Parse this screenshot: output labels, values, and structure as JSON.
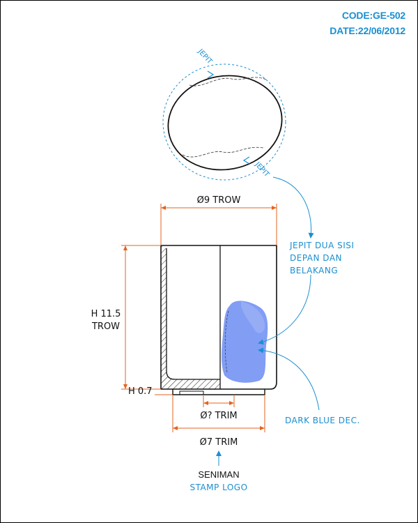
{
  "header": {
    "code": "CODE:GE-502",
    "date": "DATE:22/06/2012"
  },
  "colors": {
    "accent": "#1a8fd0",
    "dimension": "#e4631f",
    "decoration": "#5b7cf0"
  },
  "top_view": {
    "jepit_top": "JEPIT",
    "jepit_bottom": "JEPIT"
  },
  "dimensions": {
    "diameter_top": "Ø9 TROW",
    "height_line1": "H 11.5",
    "height_line2": "TROW",
    "base_height": "H 0.7",
    "diameter_inner": "Ø? TRIM",
    "diameter_bottom": "Ø7 TRIM"
  },
  "notes": {
    "jepit_line1": "JEPIT DUA SISI",
    "jepit_line2": "DEPAN DAN",
    "jepit_line3": "BELAKANG",
    "decoration": "DARK BLUE DEC.",
    "stamp_name": "SENIMAN",
    "stamp_label": "STAMP LOGO"
  }
}
